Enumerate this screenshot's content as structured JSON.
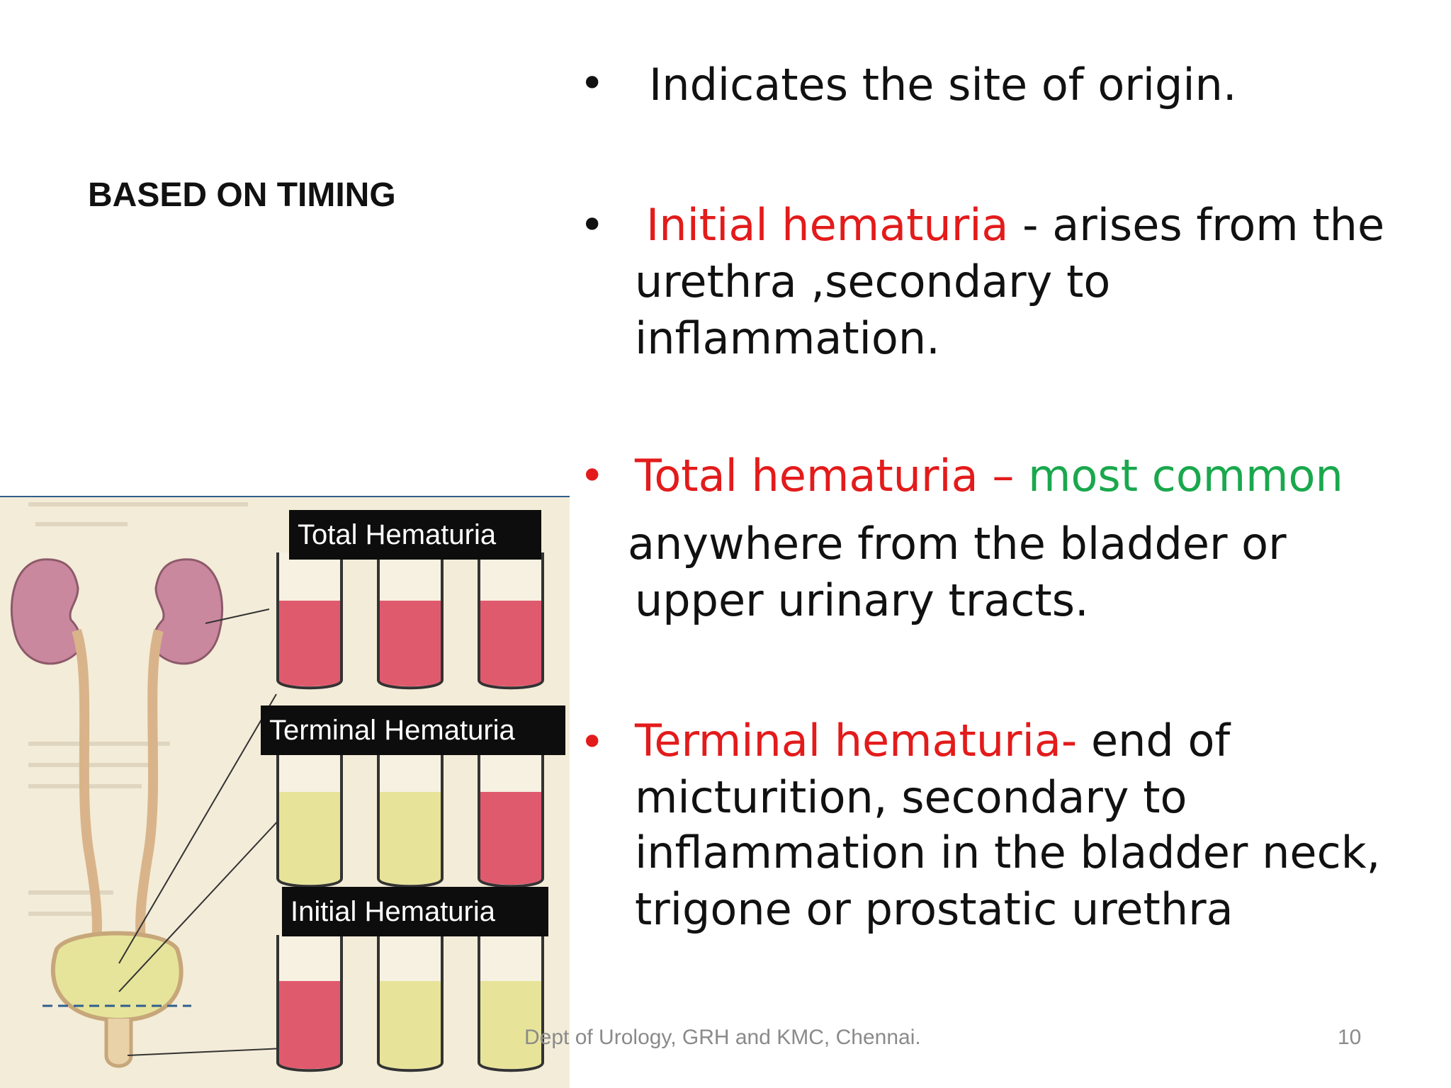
{
  "heading": "BASED ON TIMING",
  "bullets": {
    "b1": "Indicates the site of origin.",
    "b2": {
      "term": "Initial hematuria",
      "rest": " - arises from the",
      "line2": "urethra ,secondary to",
      "line3": "inflammation."
    },
    "b3": {
      "term": "Total hematuria – ",
      "highlight": "most common",
      "line2": "anywhere from the bladder or",
      "line3": "upper urinary tracts."
    },
    "b4": {
      "term": "Terminal hematuria- ",
      "rest": "end of",
      "line2": "micturition, secondary to",
      "line3": "inflammation in the bladder neck,",
      "line4": "trigone or prostatic urethra"
    }
  },
  "illustration": {
    "labels": {
      "total": "Total Hematuria",
      "terminal": "Terminal Hematuria",
      "initial": "Initial Hematuria"
    }
  },
  "footer": "Dept of Urology, GRH and KMC, Chennai.",
  "page_number": "10",
  "colors": {
    "term_red": "#e31b1b",
    "common_green": "#1aa84d",
    "urine_red": "#e05a6e",
    "urine_yellow": "#e7e49a",
    "kidney": "#c9889e"
  }
}
